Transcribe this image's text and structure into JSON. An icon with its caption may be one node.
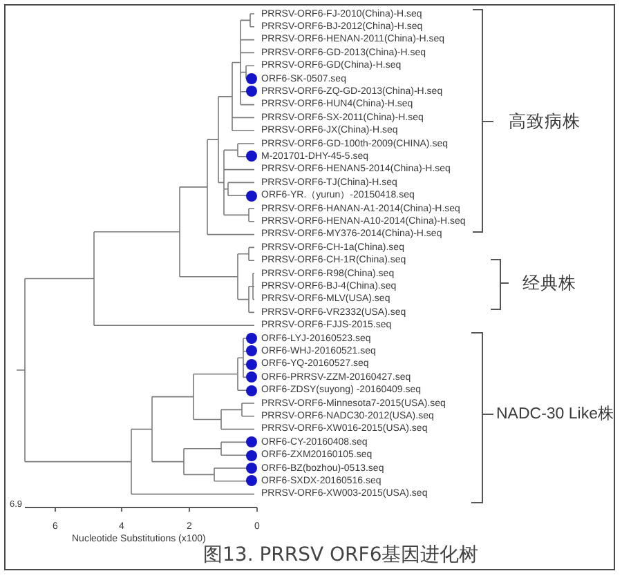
{
  "diagram": {
    "caption": "图13. PRRSV ORF6基因进化树",
    "labels": [
      "PRRSV-ORF6-FJ-2010(China)-H.seq",
      "PRRSV-ORF6-BJ-2012(China)-H.seq",
      "PRRSV-ORF6-HENAN-2011(China)-H.seq",
      "PRRSV-ORF6-GD-2013(China)-H.seq",
      "PRRSV-ORF6-GD(China)-H.seq",
      "ORF6-SK-0507.seq",
      "PRRSV-ORF6-ZQ-GD-2013(China)-H.seq",
      "PRRSV-ORF6-HUN4(China)-H.seq",
      "PRRSV-ORF6-SX-2011(China)-H.seq",
      "PRRSV-ORF6-JX(China)-H.seq",
      "PRRSV-ORF6-GD-100th-2009(CHINA).seq",
      "M-201701-DHY-45-5.seq",
      "PRRSV-ORF6-HENAN5-2014(China)-H.seq",
      "PRRSV-ORF6-TJ(China)-H.seq",
      "ORF6-YR.（yurun）-20150418.seq",
      "PRRSV-ORF6-HANAN-A1-2014(China)-H.seq",
      "PRRSV-ORF6-HENAN-A10-2014(China)-H.seq",
      "PRRSV-ORF6-MY376-2014(China)-H.seq",
      "PRRSV-ORF6-CH-1a(China).seq",
      "PRRSV-ORF6-CH-1R(China).seq",
      "PRRSV-ORF6-R98(China).seq",
      "PRRSV-ORF6-BJ-4(China).seq",
      "PRRSV-ORF6-MLV(USA).seq",
      "PRRSV-ORF6-VR2332(USA).seq",
      "PRRSV-ORF6-FJJS-2015.seq",
      "ORF6-LYJ-20160523.seq",
      "ORF6-WHJ-20160521.seq",
      "ORF6-YQ-20160527.seq",
      "ORF6-PRRSV-ZZM-20160427.seq",
      "ORF6-ZDSY(suyong) -20160409.seq",
      "PRRSV-ORF6-Minnesota7-2015(USA).seq",
      "PRRSV-ORF6-NADC30-2012(USA).seq",
      "PRRSV-ORF6-XW016-2015(USA).seq",
      "ORF6-CY-20160408.seq",
      "ORF6-ZXM20160105.seq",
      "ORF6-BZ(bozhou)-0513.seq",
      "ORF6-SXDX-20160516.seq",
      "PRRSV-ORF6-XW003-2015(USA).seq",
      "高致病株",
      "经典株",
      "NADC-30 Like株",
      "6.9",
      "6",
      "4",
      "2",
      "0",
      "Nucleotide Substitutions (x100)"
    ]
  }
}
